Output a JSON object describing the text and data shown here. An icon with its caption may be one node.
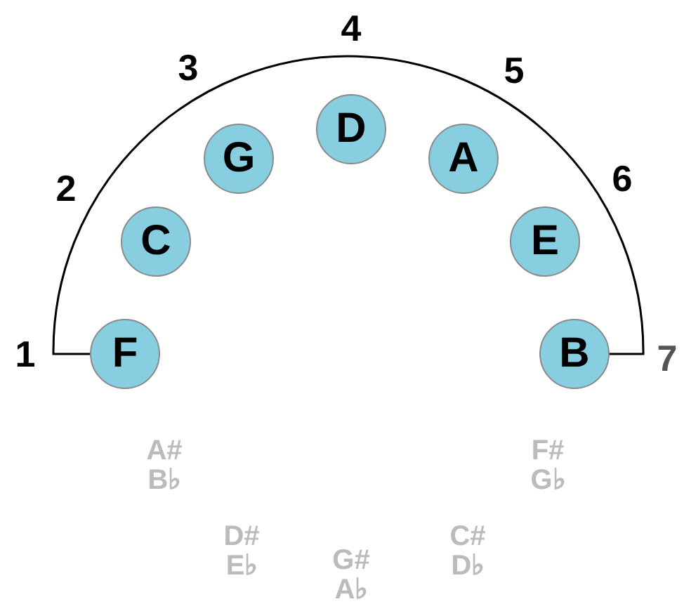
{
  "diagram": {
    "nodes": [
      {
        "text": [
          "F"
        ]
      },
      {
        "text": [
          "C"
        ]
      },
      {
        "text": [
          "G"
        ]
      },
      {
        "text": [
          "D"
        ]
      },
      {
        "text": [
          "A"
        ]
      },
      {
        "text": [
          "E"
        ]
      },
      {
        "text": [
          "B"
        ]
      }
    ],
    "edges": [
      {
        "from": 0,
        "to": 6,
        "arrow": "none"
      }
    ],
    "labels": [
      "1",
      "2",
      "3",
      "4",
      "5",
      "6",
      "7",
      "A# B♭",
      "F# G♭",
      "D# E♭",
      "C# D♭",
      "G# A♭"
    ]
  }
}
